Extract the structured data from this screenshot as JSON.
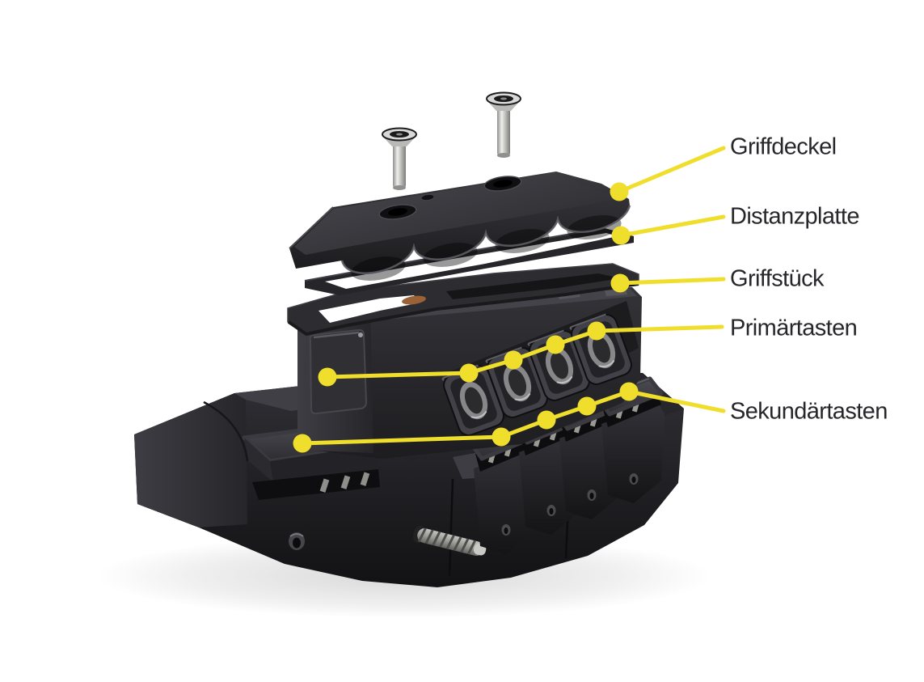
{
  "diagram": {
    "type": "exploded-view-technical-diagram",
    "background_color": "#ffffff",
    "accent_color": "#F0DE2C",
    "label_color": "#26262b",
    "device_color": "#27272a",
    "callouts": [
      {
        "id": "griffdeckel",
        "label": "Griffdeckel"
      },
      {
        "id": "distanzplatte",
        "label": "Distanzplatte"
      },
      {
        "id": "griffstueck",
        "label": "Griffstück"
      },
      {
        "id": "primaertasten",
        "label": "Primärtasten"
      },
      {
        "id": "sekundaertasten",
        "label": "Sekundärtasten"
      }
    ],
    "parts": [
      "screw-left",
      "screw-right",
      "grip-cover",
      "spacer-plate",
      "grip-frame",
      "primary-buttons-module",
      "side-button",
      "secondary-buttons-module",
      "secondary-paddle-left",
      "threaded-bolt",
      "base-body"
    ]
  }
}
